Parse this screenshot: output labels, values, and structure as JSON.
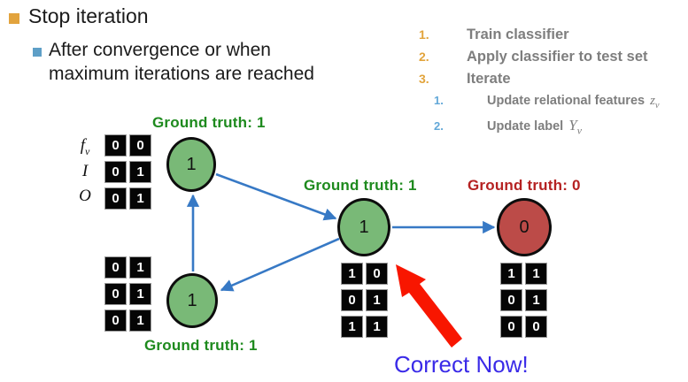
{
  "colors": {
    "node_positive_green": "#79B977",
    "node_negative_red": "#BC4B48",
    "edge_blue": "#3779C5",
    "ground_truth_green": "#1E8A1E",
    "ground_truth_red": "#B52222",
    "annotation_blue": "#3A2AE8",
    "highlight_arrow_red": "#F81600",
    "bullet_level1_orange": "#E2A33D",
    "bullet_level2_blue": "#5E9FC7",
    "step_number_orange": "#E2A43C",
    "substep_number_blue": "#62A8D8",
    "step_text_gray": "#7E7E7E"
  },
  "left_panel": {
    "bullet1": "Stop iteration",
    "bullet2_line1": "After convergence or when",
    "bullet2_line2": "maximum iterations are reached"
  },
  "steps": {
    "items": [
      {
        "num": "1.",
        "label": "Train classifier"
      },
      {
        "num": "2.",
        "label": "Apply classifier to test set"
      },
      {
        "num": "3.",
        "label": "Iterate"
      }
    ],
    "substeps": [
      {
        "num": "1.",
        "label": "Update relational features",
        "math_base": "z",
        "math_sub": "v"
      },
      {
        "num": "2.",
        "label": "Update label",
        "math_base": "Y",
        "math_sub": "v"
      }
    ]
  },
  "graph": {
    "nodes": [
      {
        "id": "top-left",
        "value": "1",
        "ground_truth": "Ground truth: 1"
      },
      {
        "id": "bottom-left",
        "value": "1",
        "ground_truth": "Ground truth: 1"
      },
      {
        "id": "center",
        "value": "1",
        "ground_truth": "Ground truth: 1"
      },
      {
        "id": "right",
        "value": "0",
        "ground_truth": "Ground truth: 0"
      }
    ],
    "feature_row_labels": [
      {
        "base": "f",
        "sub": "v"
      },
      {
        "base": "I",
        "sub": ""
      },
      {
        "base": "O",
        "sub": ""
      }
    ],
    "tables": {
      "top_left": [
        [
          "0",
          "0"
        ],
        [
          "0",
          "1"
        ],
        [
          "0",
          "1"
        ]
      ],
      "bottom_left": [
        [
          "0",
          "1"
        ],
        [
          "0",
          "1"
        ],
        [
          "0",
          "1"
        ]
      ],
      "center": [
        [
          "1",
          "0"
        ],
        [
          "0",
          "1"
        ],
        [
          "1",
          "1"
        ]
      ],
      "right": [
        [
          "1",
          "1"
        ],
        [
          "0",
          "1"
        ],
        [
          "0",
          "0"
        ]
      ]
    },
    "annotation": "Correct Now!"
  }
}
